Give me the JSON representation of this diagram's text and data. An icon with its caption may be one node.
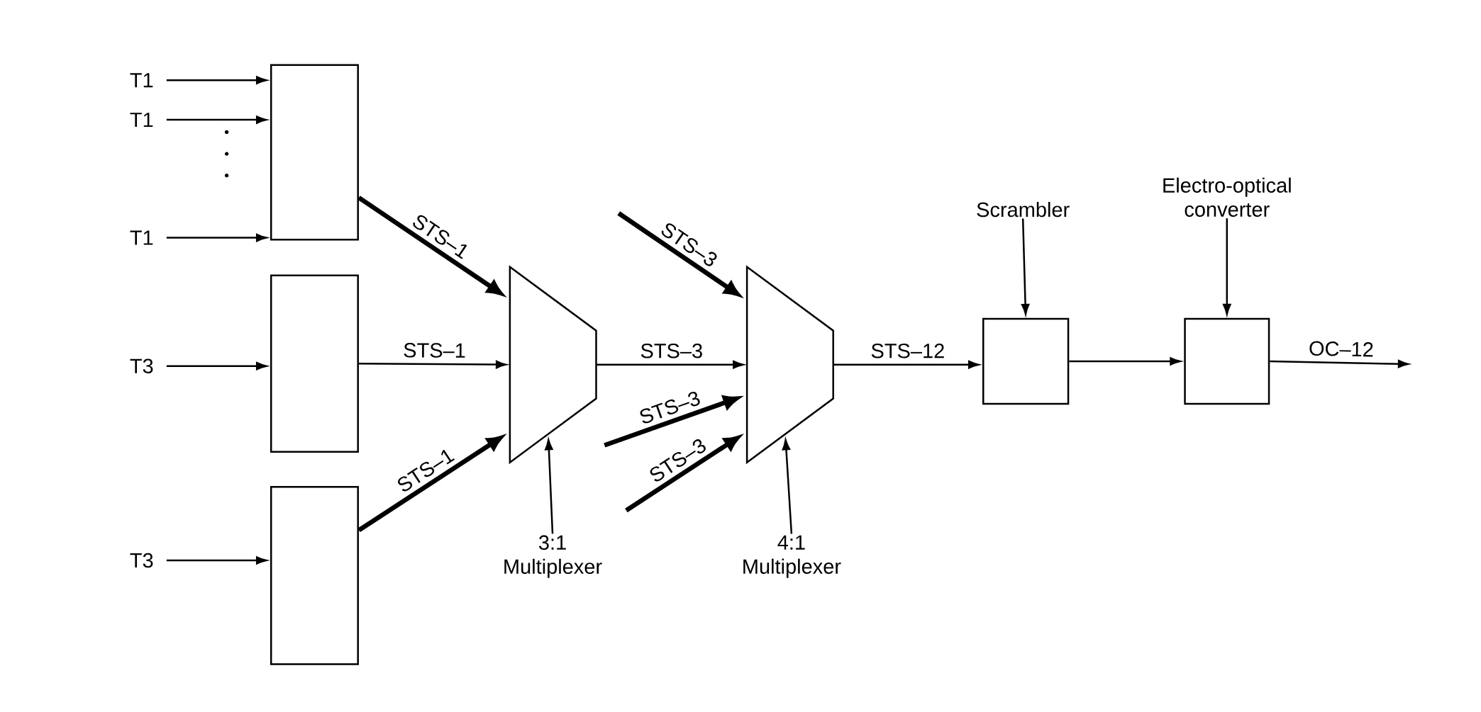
{
  "diagram": {
    "nodes": [
      {
        "text": [
          "T1"
        ]
      },
      {
        "text": [
          "T1"
        ]
      },
      {
        "text": [
          "T1"
        ]
      },
      {
        "text": [],
        "shape": "box"
      },
      {
        "text": [
          "T3"
        ]
      },
      {
        "text": [],
        "shape": "box"
      },
      {
        "text": [
          "T3"
        ]
      },
      {
        "text": [],
        "shape": "box"
      },
      {
        "text": [],
        "shape": "trapezoid"
      },
      {
        "text": [
          "3:1 Multiplexer"
        ]
      },
      {
        "text": [],
        "shape": "trapezoid"
      },
      {
        "text": [
          "4:1 Multiplexer"
        ]
      },
      {
        "text": [
          "Scrambler"
        ]
      },
      {
        "text": [],
        "shape": "box"
      },
      {
        "text": [
          "Electro-optical converter"
        ]
      },
      {
        "text": [],
        "shape": "box"
      }
    ],
    "edges": [
      {
        "from": 0,
        "to": 3,
        "arrow": "to"
      },
      {
        "from": 1,
        "to": 3,
        "arrow": "to"
      },
      {
        "from": 2,
        "to": 3,
        "arrow": "to"
      },
      {
        "from": 4,
        "to": 5,
        "arrow": "to"
      },
      {
        "from": 6,
        "to": 7,
        "arrow": "to"
      },
      {
        "from": 3,
        "to": 8,
        "arrow": "to",
        "label": "STS–1",
        "style": "thick"
      },
      {
        "from": 5,
        "to": 8,
        "arrow": "to",
        "label": "STS–1"
      },
      {
        "from": 7,
        "to": 8,
        "arrow": "to",
        "label": "STS–1",
        "style": "thick"
      },
      {
        "from": 8,
        "to": 10,
        "arrow": "to",
        "label": "STS–3"
      },
      {
        "from": null,
        "to": 10,
        "arrow": "to",
        "label": "STS–3",
        "style": "thick"
      },
      {
        "from": null,
        "to": 10,
        "arrow": "to",
        "label": "STS–3",
        "style": "thick"
      },
      {
        "from": null,
        "to": 10,
        "arrow": "to",
        "label": "STS–3",
        "style": "thick"
      },
      {
        "from": 10,
        "to": 13,
        "arrow": "to",
        "label": "STS–12"
      },
      {
        "from": 13,
        "to": 15,
        "arrow": "to"
      },
      {
        "from": 15,
        "to": null,
        "arrow": "to",
        "label": "OC–12"
      },
      {
        "from": 9,
        "to": 8,
        "arrow": "to"
      },
      {
        "from": 11,
        "to": 10,
        "arrow": "to"
      },
      {
        "from": 12,
        "to": 13,
        "arrow": "to"
      },
      {
        "from": 14,
        "to": 15,
        "arrow": "to"
      }
    ]
  }
}
